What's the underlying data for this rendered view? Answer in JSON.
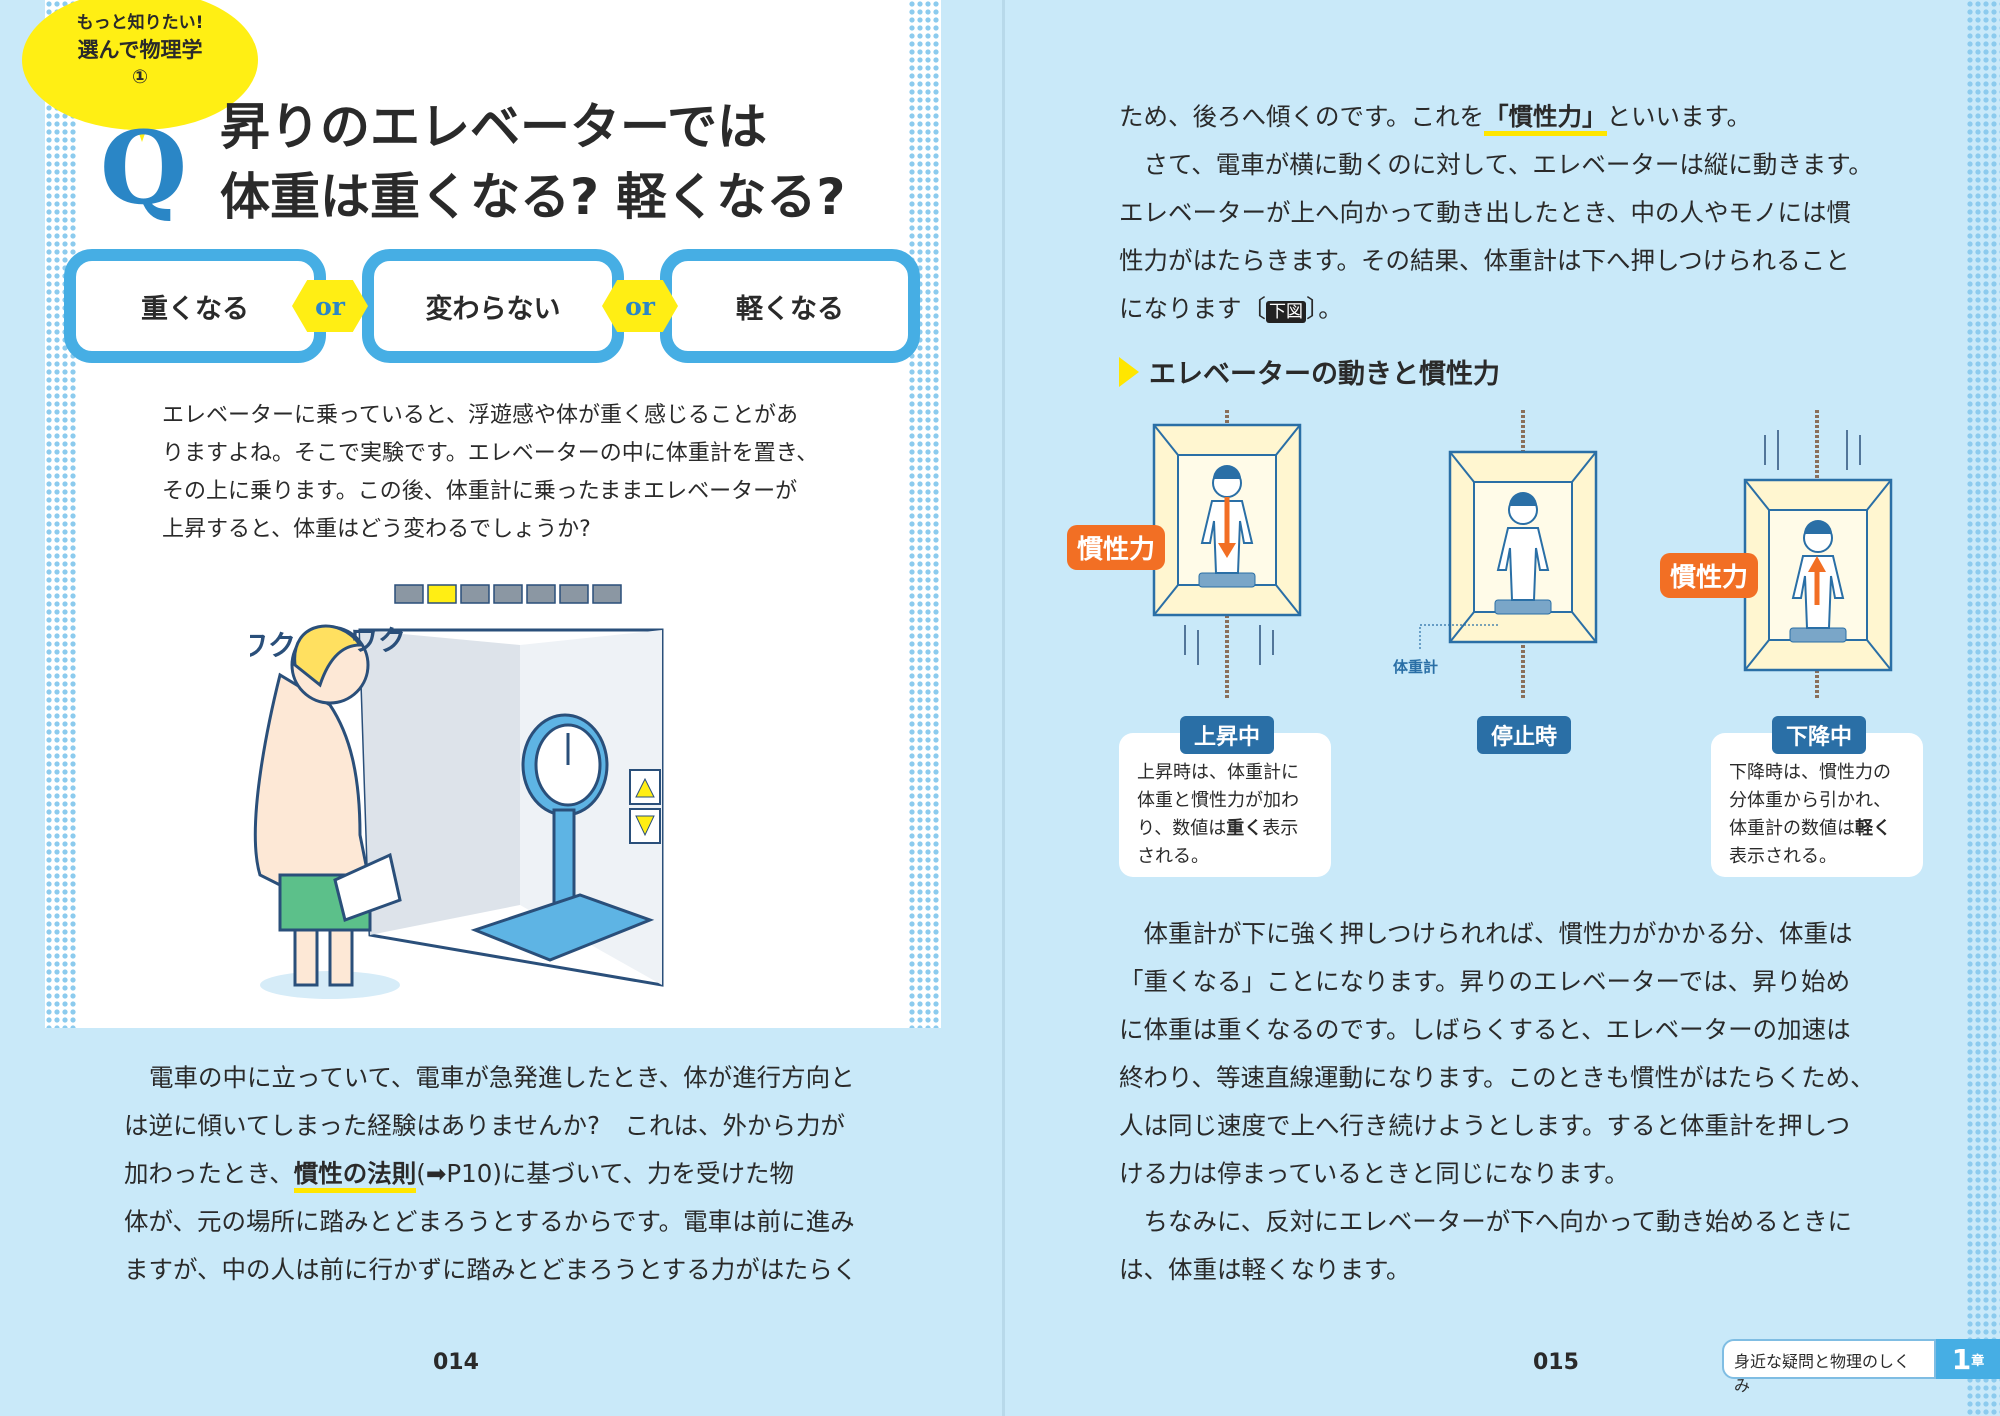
{
  "left_page": {
    "series_badge": {
      "line1": "もっと知りたい!",
      "line2": "選んで物理学",
      "number": "①"
    },
    "q_mark": "Q",
    "title": {
      "line1": "昇りのエレベーターでは",
      "line2": "体重は重くなる? 軽くなる?"
    },
    "choices": [
      "重くなる",
      "変わらない",
      "軽くなる"
    ],
    "or_label": "or",
    "intro": [
      "エレベーターに乗っていると、浮遊感や体が重く感じることがあ",
      "りますよね。そこで実験です。エレベーターの中に体重計を置き、",
      "その上に乗ります。この後、体重計に乗ったままエレベーターが",
      "上昇すると、体重はどう変わるでしょうか?"
    ],
    "illustration": {
      "sound_left": "ワク",
      "sound_right": "ワク"
    },
    "body": {
      "line1": "電車の中に立っていて、電車が急発進したとき、体が進行方向と",
      "line2": "は逆に傾いてしまった経験はありませんか?　これは、外から力が",
      "line3_pre": "加わったとき、",
      "line3_bold": "慣性の法則",
      "line3_ref": "(➡P10)",
      "line3_post": "に基づいて、力を受けた物",
      "line4": "体が、元の場所に踏みとどまろうとするからです。電車は前に進み",
      "line5": "ますが、中の人は前に行かずに踏みとどまろうとする力がはたらく"
    },
    "page_number": "014"
  },
  "right_page": {
    "para1": {
      "line1_pre": "ため、後ろへ傾くのです。これを",
      "line1_bold": "「慣性力」",
      "line1_post": "といいます。",
      "line2": "　さて、電車が横に動くのに対して、エレベーターは縦に動きます。",
      "line3": "エレベーターが上へ向かって動き出したとき、中の人やモノには慣",
      "line4": "性力がはたらきます。その結果、体重計は下へ押しつけられること",
      "line5_pre": "になります〔",
      "line5_ref": "下図",
      "line5_post": "〕。"
    },
    "figure_heading": "エレベーターの動きと慣性力",
    "figure": {
      "inertia_tag": "慣性力",
      "scale_label": "体重計",
      "states": [
        {
          "label": "上昇中",
          "caption": [
            "上昇時は、体重計に",
            "体重と慣性力が加わ",
            "り、数値は",
            "重く",
            "表示",
            "される。"
          ]
        },
        {
          "label": "停止時"
        },
        {
          "label": "下降中",
          "caption": [
            "下降時は、慣性力の",
            "分体重から引かれ、",
            "体重計の数値は",
            "軽く",
            "表示される。"
          ]
        }
      ]
    },
    "body": [
      "　体重計が下に強く押しつけられれば、慣性力がかかる分、体重は",
      "「重くなる」ことになります。昇りのエレベーターでは、昇り始め",
      "に体重は重くなるのです。しばらくすると、エレベーターの加速は",
      "終わり、等速直線運動になります。このときも慣性がはたらくため、",
      "人は同じ速度で上へ行き続けようとします。すると体重計を押しつ",
      "ける力は停まっているときと同じになります。",
      "　ちなみに、反対にエレベーターが下へ向かって動き始めるときに",
      "は、体重は軽くなります。"
    ],
    "page_number": "015",
    "chapter_tab": {
      "title": "身近な疑問と物理のしくみ",
      "number": "1",
      "suffix": "章"
    }
  },
  "colors": {
    "background": "#c9e9f9",
    "accent_blue": "#46aee4",
    "yellow": "#ffee14",
    "orange": "#f26f24",
    "label_blue": "#2a6fa6"
  }
}
